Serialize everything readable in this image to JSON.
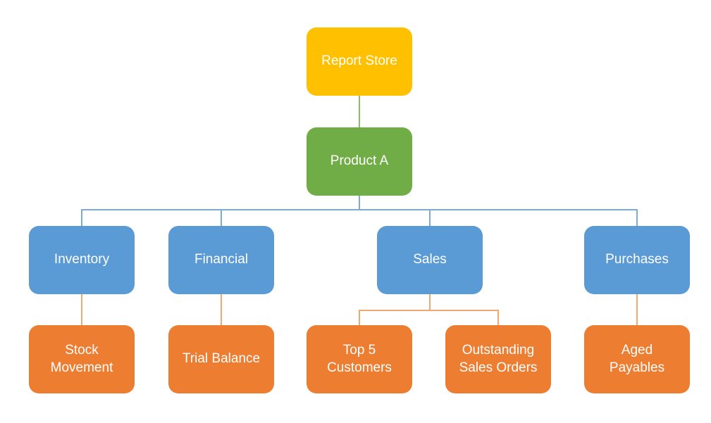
{
  "diagram": {
    "type": "hierarchy",
    "background": "#FFFFFF",
    "text_color": "#FFFFFF",
    "level_colors": {
      "level1": "#FFC000",
      "level2": "#70AD47",
      "level3": "#5B9BD5",
      "level4": "#ED7D31"
    },
    "connector_colors": {
      "green": "#8ABD68",
      "blue": "#7AABDC",
      "orange": "#F4A871"
    },
    "nodes": {
      "report_store": {
        "label": "Report Store",
        "level": 1,
        "color": "#FFC000"
      },
      "product_a": {
        "label": "Product A",
        "level": 2,
        "color": "#70AD47"
      },
      "inventory": {
        "label": "Inventory",
        "level": 3,
        "color": "#5B9BD5"
      },
      "financial": {
        "label": "Financial",
        "level": 3,
        "color": "#5B9BD5"
      },
      "sales": {
        "label": "Sales",
        "level": 3,
        "color": "#5B9BD5"
      },
      "purchases": {
        "label": "Purchases",
        "level": 3,
        "color": "#5B9BD5"
      },
      "stock_movement": {
        "label": "Stock\nMovement",
        "level": 4,
        "color": "#ED7D31"
      },
      "trial_balance": {
        "label": "Trial Balance",
        "level": 4,
        "color": "#ED7D31"
      },
      "top_5_customers": {
        "label": "Top 5\nCustomers",
        "level": 4,
        "color": "#ED7D31"
      },
      "outstanding_sales_orders": {
        "label": "Outstanding\nSales Orders",
        "level": 4,
        "color": "#ED7D31"
      },
      "aged_payables": {
        "label": "Aged\nPayables",
        "level": 4,
        "color": "#ED7D31"
      }
    },
    "edges": [
      {
        "from": "report_store",
        "to": "product_a"
      },
      {
        "from": "product_a",
        "to": "inventory"
      },
      {
        "from": "product_a",
        "to": "financial"
      },
      {
        "from": "product_a",
        "to": "sales"
      },
      {
        "from": "product_a",
        "to": "purchases"
      },
      {
        "from": "inventory",
        "to": "stock_movement"
      },
      {
        "from": "financial",
        "to": "trial_balance"
      },
      {
        "from": "sales",
        "to": "top_5_customers"
      },
      {
        "from": "sales",
        "to": "outstanding_sales_orders"
      },
      {
        "from": "purchases",
        "to": "aged_payables"
      }
    ]
  }
}
